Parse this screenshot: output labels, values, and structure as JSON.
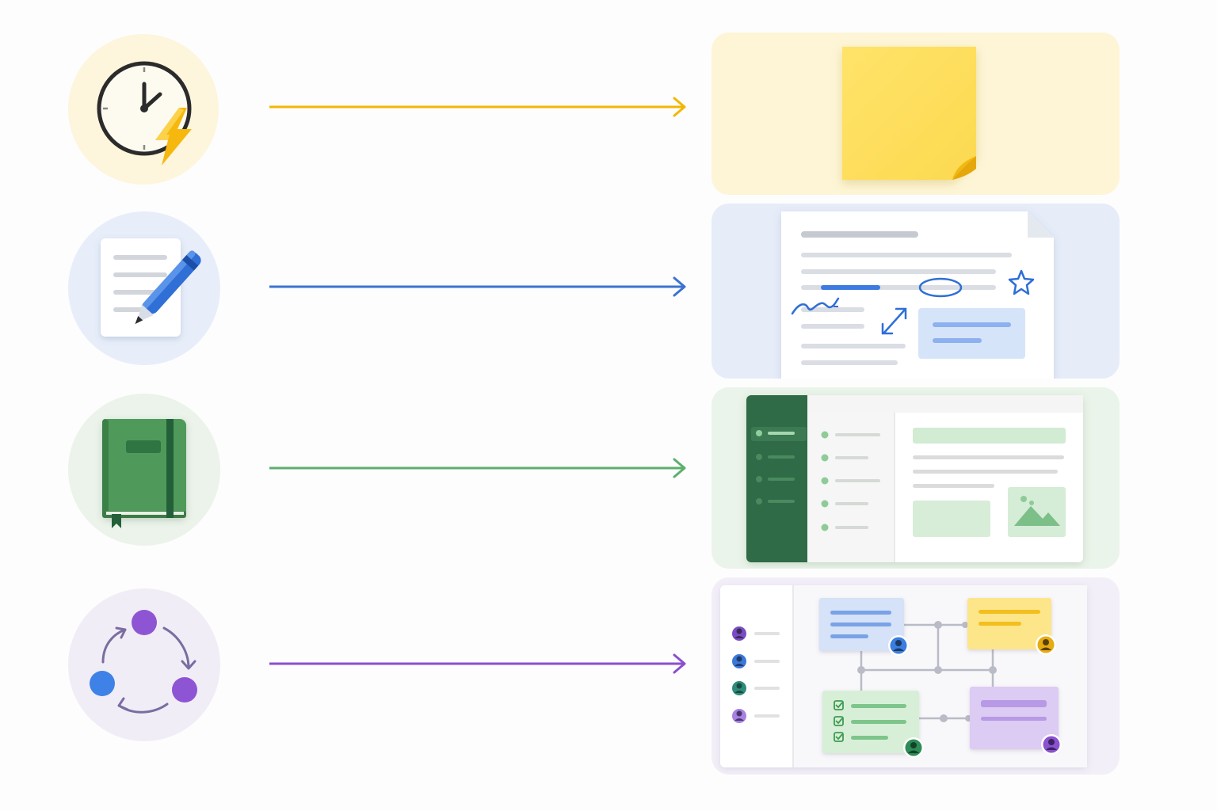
{
  "rows": [
    {
      "id": "quick-capture",
      "icon": "clock-lightning-icon",
      "result": "sticky-note-illustration",
      "accent": "#f2b705",
      "circle_bg": "#fdf5dc",
      "panel_bg": "#fdf5d6"
    },
    {
      "id": "document-markup",
      "icon": "document-pen-icon",
      "result": "annotated-document-illustration",
      "accent": "#3b73d1",
      "circle_bg": "#e7eefa",
      "panel_bg": "#e6ecf8"
    },
    {
      "id": "notebook",
      "icon": "notebook-icon",
      "result": "notebook-app-illustration",
      "accent": "#5caf6c",
      "circle_bg": "#ebf3ea",
      "panel_bg": "#ebf4ea"
    },
    {
      "id": "collaboration",
      "icon": "sync-cycle-icon",
      "result": "collaborative-whiteboard-illustration",
      "accent": "#8a4fd0",
      "circle_bg": "#f1edf7",
      "panel_bg": "#f3eff8"
    }
  ]
}
